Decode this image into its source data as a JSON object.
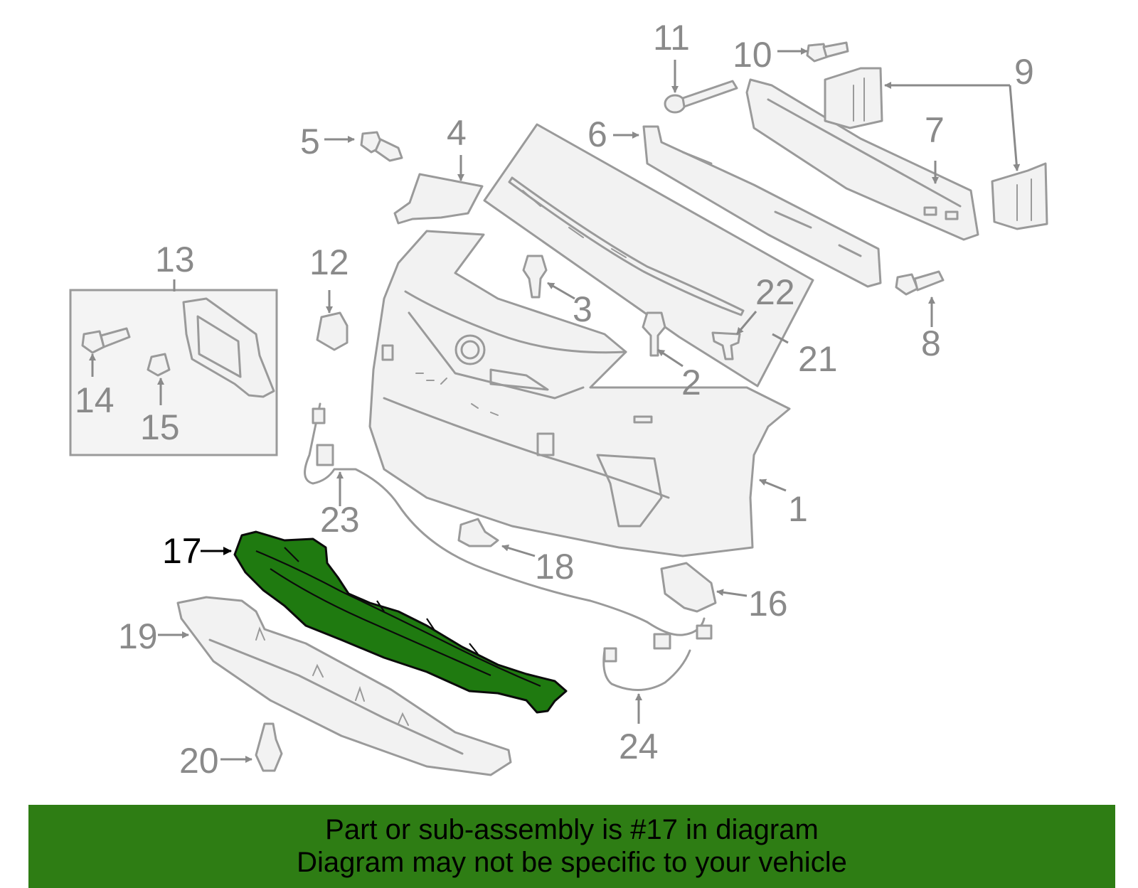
{
  "diagram": {
    "highlight_part": "17",
    "highlight_color": "#1f7a10",
    "callouts": [
      "1",
      "2",
      "3",
      "4",
      "5",
      "6",
      "7",
      "8",
      "9",
      "10",
      "11",
      "12",
      "13",
      "14",
      "15",
      "16",
      "17",
      "18",
      "19",
      "20",
      "21",
      "22",
      "23",
      "24"
    ]
  },
  "banner": {
    "line1": "Part or sub-assembly is #17 in diagram",
    "line2": "Diagram may not be specific to your vehicle",
    "color": "#2e7d14"
  }
}
